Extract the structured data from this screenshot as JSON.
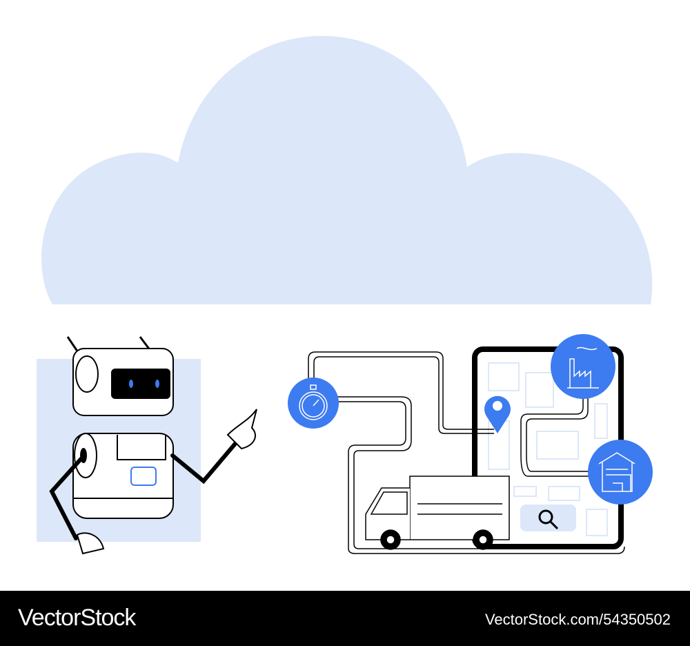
{
  "colors": {
    "cloud": "#dce7f9",
    "accent": "#3d7bf0",
    "line": "#000000"
  },
  "icons": [
    "cloud-shape",
    "robot",
    "stopwatch-icon",
    "location-pin-icon",
    "factory-icon",
    "warehouse-icon",
    "truck-icon",
    "search-icon",
    "map-tablet"
  ],
  "footer": {
    "brand": "VectorStock",
    "reference": "VectorStock.com/54350502"
  }
}
